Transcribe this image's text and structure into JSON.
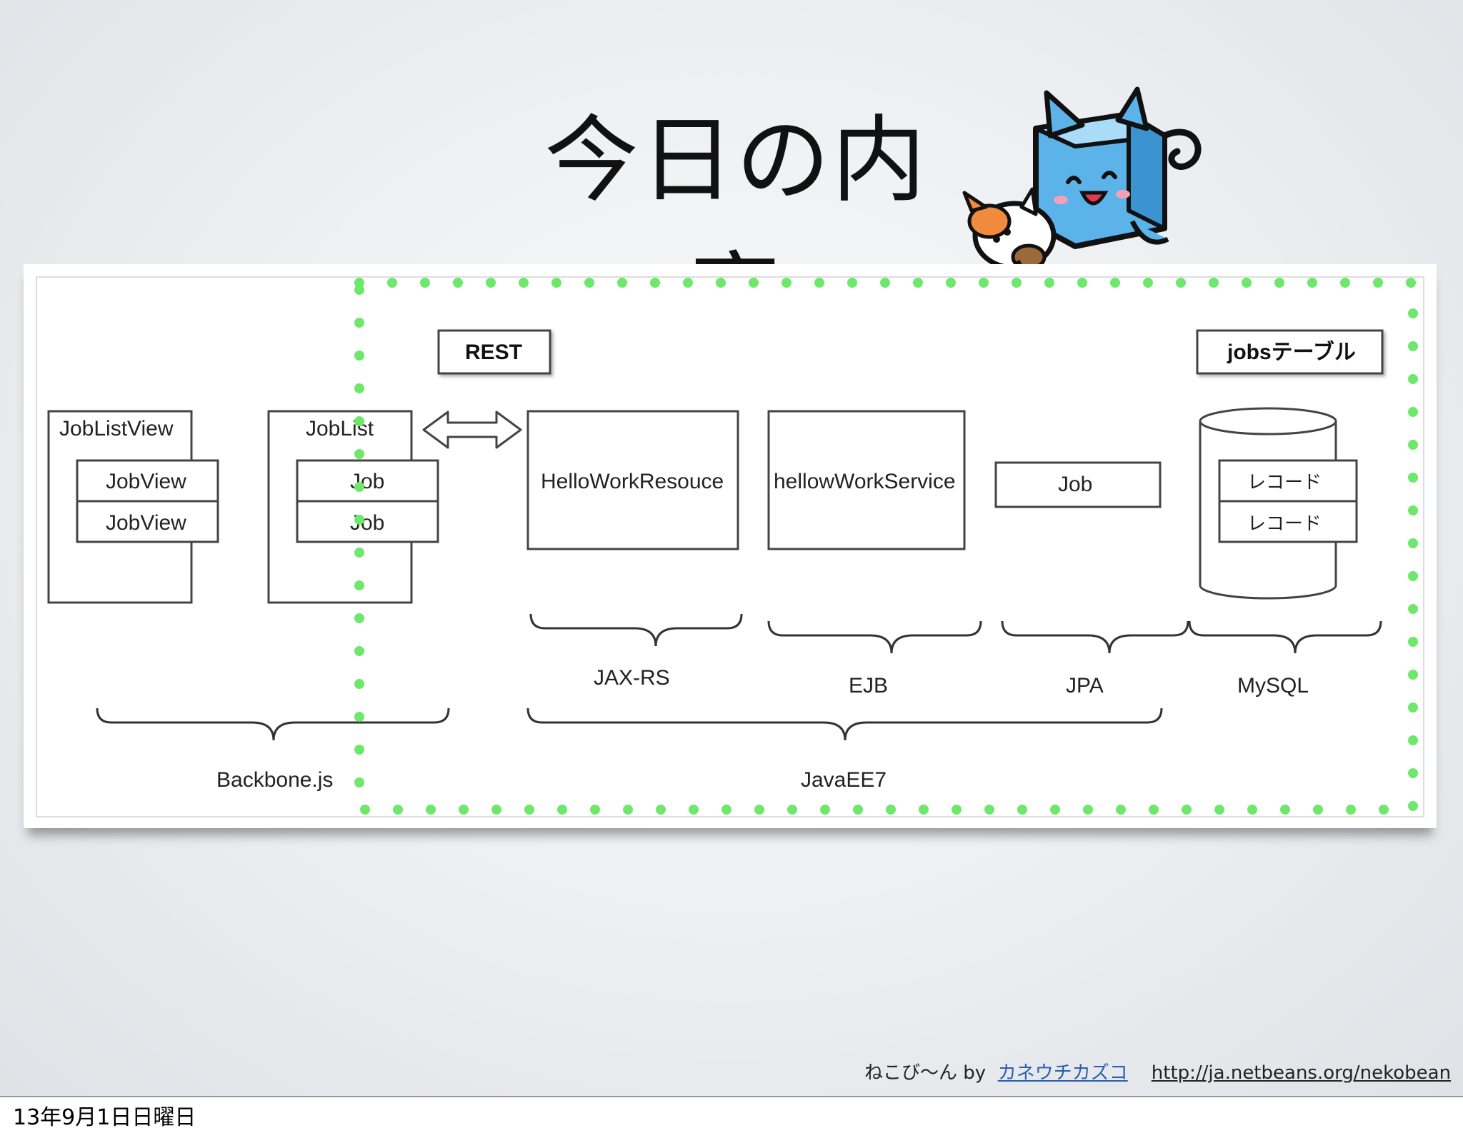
{
  "slide": {
    "title": "今日の内容",
    "date": "13年9月1日日曜日"
  },
  "diagram": {
    "frontend": {
      "joblistview_label": "JobListView",
      "jobview_1": "JobView",
      "jobview_2": "JobView",
      "joblist_label": "JobList",
      "job_1": "Job",
      "job_2": "Job",
      "group_label": "Backbone.js"
    },
    "rest_label": "REST",
    "jobs_table_label": "jobsテーブル",
    "backend": {
      "resource_label": "HelloWorkResouce",
      "service_label": "hellowWorkService",
      "entity_label": "Job",
      "record_1": "レコード",
      "record_2": "レコード",
      "jaxrs_label": "JAX-RS",
      "ejb_label": "EJB",
      "jpa_label": "JPA",
      "mysql_label": "MySQL",
      "group_label": "JavaEE7"
    },
    "highlight_color": "#6ee86a"
  },
  "credit": {
    "prefix": "ねこび～ん by",
    "author": "カネウチカズコ",
    "url": "http://ja.netbeans.org/nekobean"
  }
}
